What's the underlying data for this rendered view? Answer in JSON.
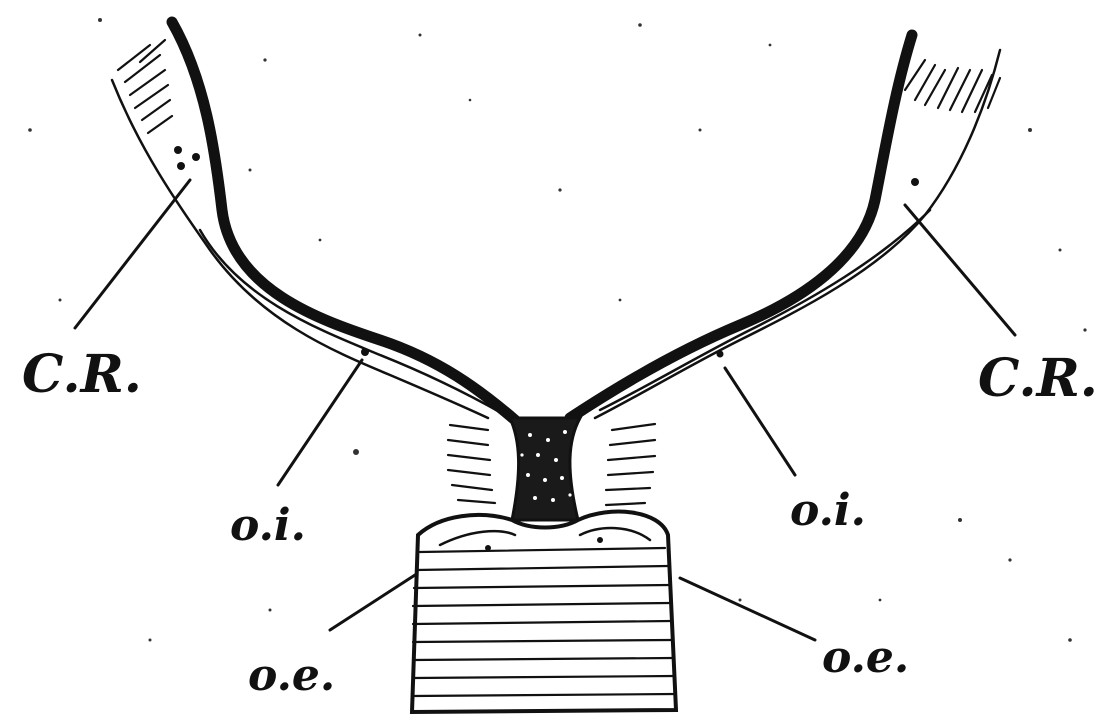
{
  "labels": {
    "cr_left": "C.R.",
    "cr_right": "C.R.",
    "oi_left": "o.i.",
    "oi_right": "o.i.",
    "oe_left": "o.e.",
    "oe_right": "o.e."
  },
  "colors": {
    "ink": "#111111",
    "paper": "#ffffff"
  }
}
